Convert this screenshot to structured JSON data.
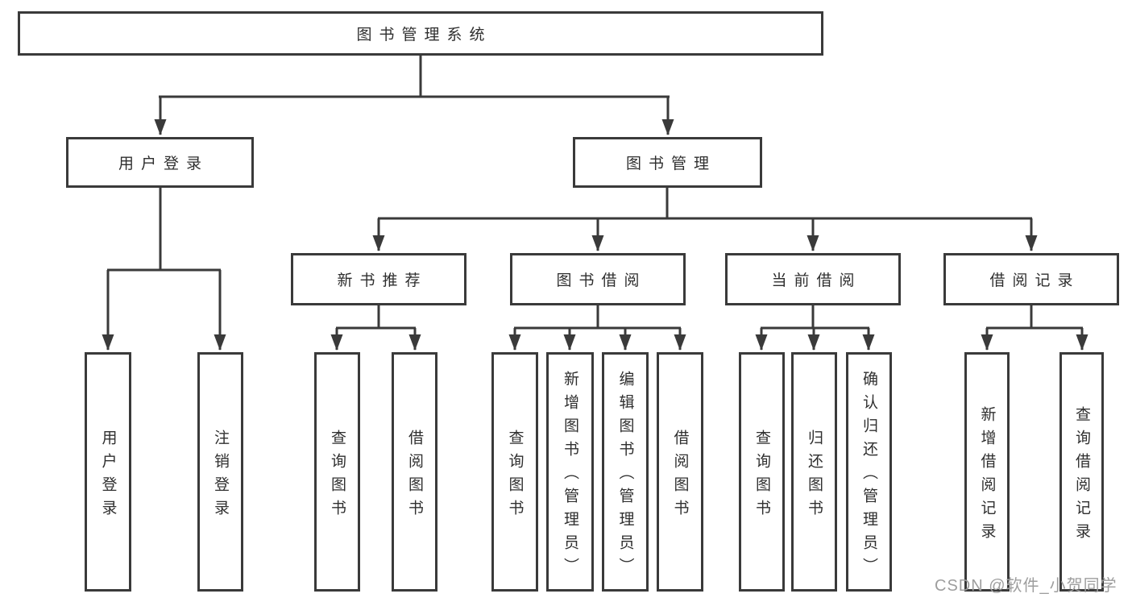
{
  "root": {
    "label": "图书管理系统"
  },
  "level1": [
    {
      "label": "用户登录"
    },
    {
      "label": "图书管理"
    }
  ],
  "level2": [
    {
      "label": "新书推荐"
    },
    {
      "label": "图书借阅"
    },
    {
      "label": "当前借阅"
    },
    {
      "label": "借阅记录"
    }
  ],
  "level3": {
    "user_login": [
      {
        "label": "用户登录"
      },
      {
        "label": "注销登录"
      }
    ],
    "new_book_recommend": [
      {
        "label": "查询图书"
      },
      {
        "label": "借阅图书"
      }
    ],
    "book_borrow": [
      {
        "label": "查询图书"
      },
      {
        "label": "新增图书（管理员）"
      },
      {
        "label": "编辑图书（管理员）"
      },
      {
        "label": "借阅图书"
      }
    ],
    "current_borrow": [
      {
        "label": "查询图书"
      },
      {
        "label": "归还图书"
      },
      {
        "label": "确认归还（管理员）"
      }
    ],
    "borrow_records": [
      {
        "label": "新增借阅记录"
      },
      {
        "label": "查询借阅记录"
      }
    ]
  },
  "watermark": {
    "text": "CSDN @软件_小贺同学"
  },
  "colors": {
    "line": "#3a3a3a",
    "box_border": "#3a3a3a",
    "text": "#2f2f2f",
    "watermark": "#9e9e9e",
    "background": "#ffffff"
  }
}
